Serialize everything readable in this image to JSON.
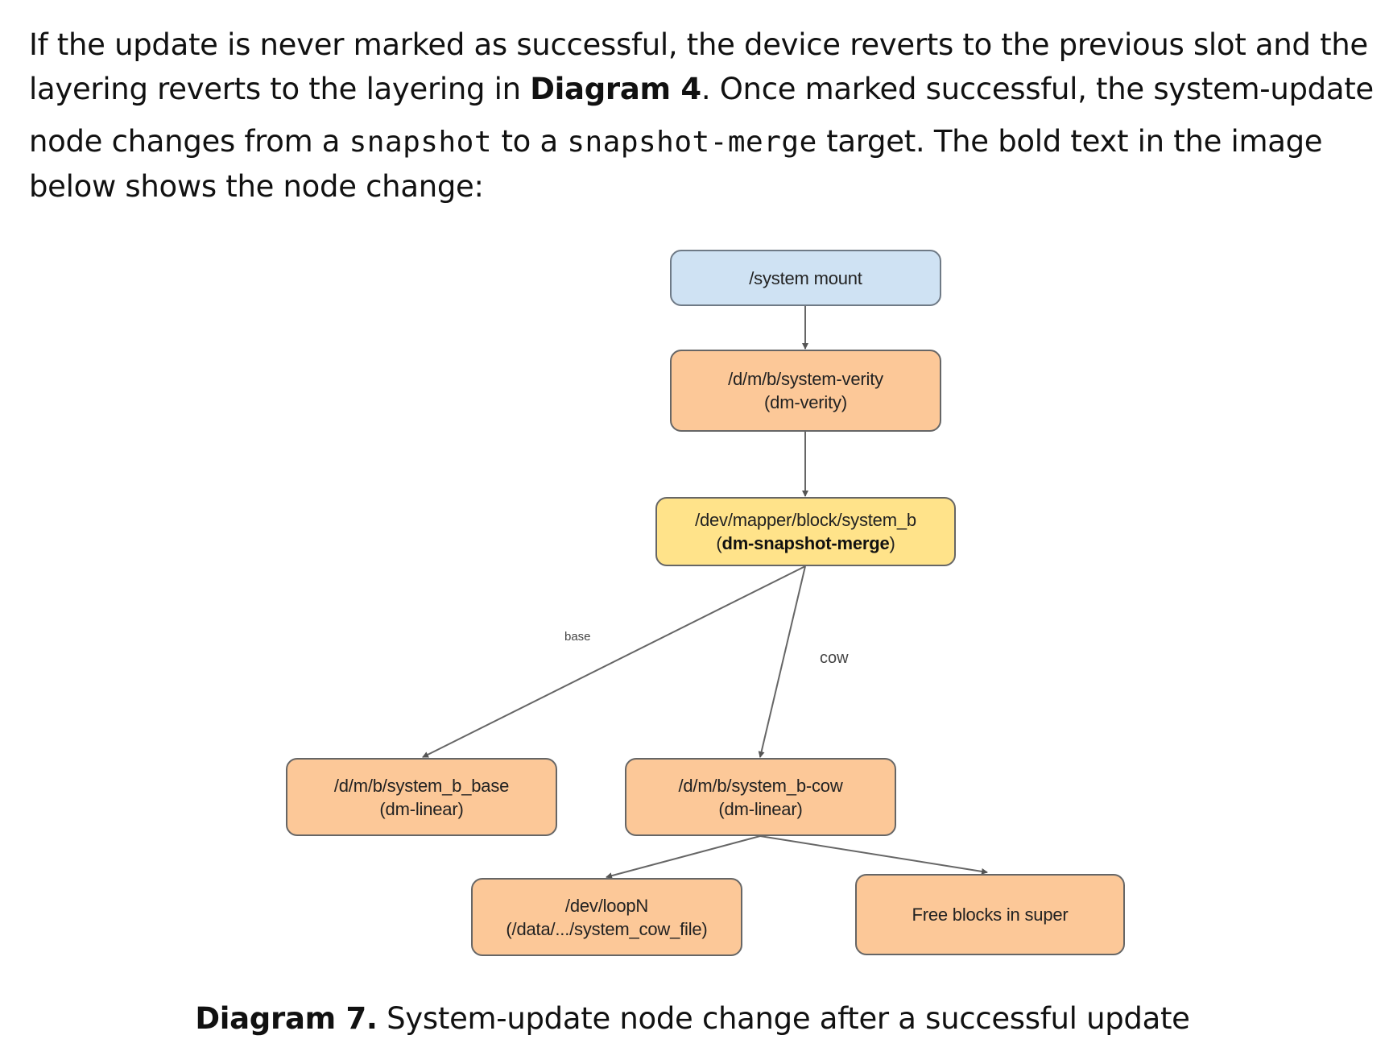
{
  "text": {
    "line1": "If the update is never marked as successful, the device reverts to the previous slot and the",
    "line2_a": "layering reverts to the layering in ",
    "line2_bold": "Diagram 4",
    "line2_b": ". Once marked successful, the system-update",
    "line3_a": "node changes from a ",
    "line3_code1": "snapshot",
    "line3_b": " to a ",
    "line3_code2": "snapshot-merge",
    "line3_c": " target. The bold text in the image",
    "line4": "below shows the node change:"
  },
  "diagram": {
    "nodes": {
      "system_mount": {
        "label": "/system mount"
      },
      "system_verity": {
        "line1": "/d/m/b/system-verity",
        "line2": "(dm-verity)"
      },
      "system_b": {
        "line1": "/dev/mapper/block/system_b",
        "line2_pre": "(",
        "line2_bold": "dm-snapshot-merge",
        "line2_post": ")"
      },
      "system_b_base": {
        "line1": "/d/m/b/system_b_base",
        "line2": "(dm-linear)"
      },
      "system_b_cow": {
        "line1": "/d/m/b/system_b-cow",
        "line2": "(dm-linear)"
      },
      "dev_loop": {
        "line1": "/dev/loopN",
        "line2": "(/data/.../system_cow_file)"
      },
      "free_blocks": {
        "label": "Free blocks in super"
      }
    },
    "edge_labels": {
      "base": "base",
      "cow": "cow"
    },
    "colors": {
      "blue": "#cfe2f3",
      "orange": "#fcc898",
      "yellow": "#ffe38a",
      "edge": "#666666"
    }
  },
  "caption": {
    "bold": "Diagram 7.",
    "rest": " System-update node change after a successful update"
  }
}
